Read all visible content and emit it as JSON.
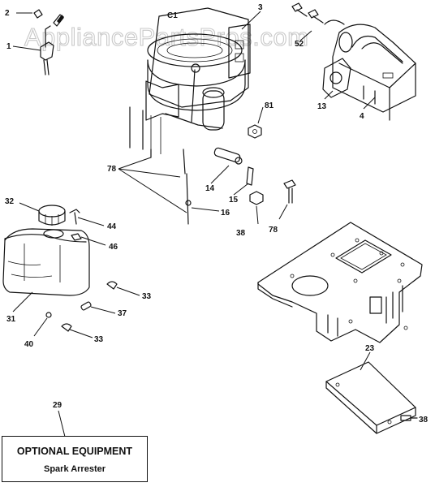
{
  "watermark": "AppliancePartsPros.com",
  "parts": {
    "p2": "2",
    "p1": "1",
    "p3": "3",
    "p52": "52",
    "p13": "13",
    "p4": "4",
    "p81": "81",
    "p78a": "78",
    "p14": "14",
    "p15": "15",
    "p16": "16",
    "p38a": "38",
    "p78b": "78",
    "p32": "32",
    "p44": "44",
    "p46": "46",
    "p33a": "33",
    "p31": "31",
    "p37": "37",
    "p40": "40",
    "p33b": "33",
    "p23": "23",
    "p38b": "38",
    "p29": "29"
  },
  "engine_mark": "C1",
  "optional_equipment": {
    "title": "OPTIONAL EQUIPMENT",
    "subtitle": "Spark Arrester"
  }
}
